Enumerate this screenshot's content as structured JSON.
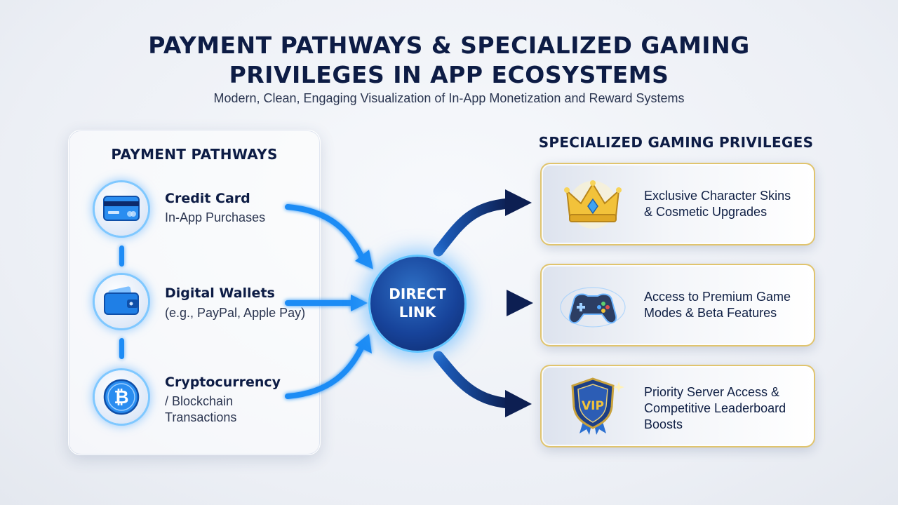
{
  "header": {
    "title_line1": "PAYMENT PATHWAYS & SPECIALIZED GAMING",
    "title_line2": "PRIVILEGES IN APP ECOSYSTEMS",
    "subtitle": "Modern, Clean, Engaging Visualization of In-App Monetization and Reward Systems"
  },
  "payment_pathways": {
    "heading": "PAYMENT PATHWAYS",
    "items": [
      {
        "title": "Credit Card",
        "sub1": "In-App Purchases",
        "sub2": "",
        "icon": "credit-card-icon"
      },
      {
        "title": "Digital Wallets",
        "sub1": "(e.g., PayPal, Apple Pay)",
        "sub2": "",
        "icon": "wallet-icon"
      },
      {
        "title": "Cryptocurrency",
        "sub1": "/ Blockchain",
        "sub2": "Transactions",
        "icon": "bitcoin-icon"
      }
    ]
  },
  "hub": {
    "line1": "DIRECT",
    "line2": "LINK"
  },
  "privileges": {
    "heading": "SPECIALIZED GAMING PRIVILEGES",
    "items": [
      {
        "line1": "Exclusive Character Skins",
        "line2": "& Cosmetic Upgrades",
        "line3": "",
        "icon": "crown-icon"
      },
      {
        "line1": "Access to Premium Game",
        "line2": "Modes & Beta Features",
        "line3": "",
        "icon": "gamepad-icon"
      },
      {
        "line1": "Priority Server Access &",
        "line2": "Competitive Leaderboard",
        "line3": "Boosts",
        "icon": "vip-badge-icon",
        "badge_text": "VIP"
      }
    ]
  },
  "colors": {
    "navy": "#0d1c45",
    "accent_blue": "#1e8cf5",
    "gold": "#e0c46e"
  }
}
